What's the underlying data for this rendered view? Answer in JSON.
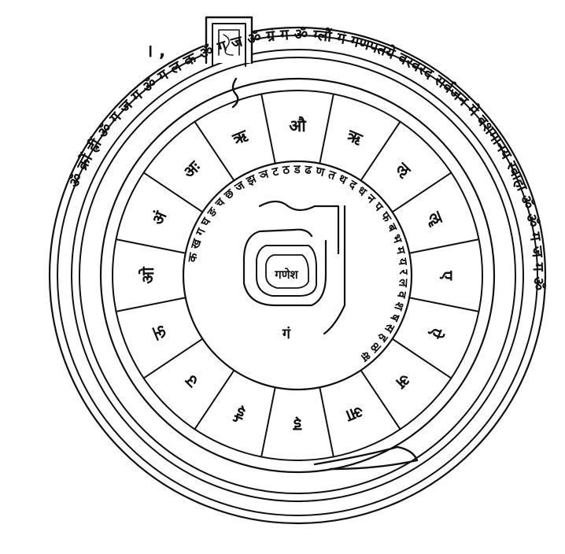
{
  "outer_ring_text": "ॐ क्रों ह्रीं ॐ ग ज ग ॐ ग ल क ॐ ग ज ॐ ग्रं ग ॐ ग्लौं गं गणपतये वरवरद सर्वजनं मे वशमानय स्वाहा ॐ ॐ ग ज ग ॐ",
  "outer_ring_end_mark": "। ,",
  "petal_letters": [
    "औ",
    "ऋ",
    "ऌ",
    "ॡ",
    "ए",
    "ऐ",
    "अ",
    "आ",
    "इ",
    "ई",
    "उ",
    "ऊ",
    "ओ",
    "अं",
    "अः",
    "ऋ"
  ],
  "inner_ring_text": "क ख ग घ ङ च छ ज झ ञ ट ठ ड ढ ण त थ द ध न प फ ब भ म य र ल व श ष स ह ळ क्ष",
  "center_text": "गणेश",
  "center_mark": "गं",
  "colors": {
    "ink": "#111111",
    "paper": "#ffffff"
  }
}
